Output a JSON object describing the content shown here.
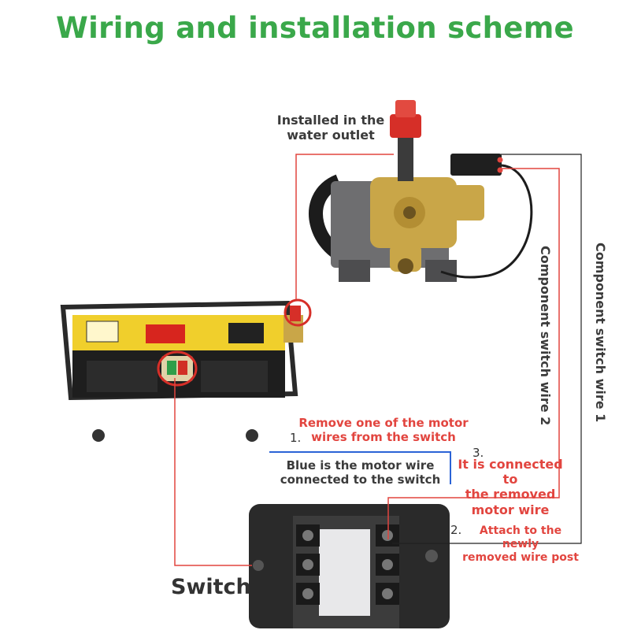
{
  "title": "Wiring and installation scheme",
  "labels": {
    "outlet_line1": "Installed in the",
    "outlet_line2": "water outlet",
    "remove_line1": "Remove one of the motor",
    "remove_line2": "wires from the switch",
    "blue_line1": "Blue is the motor wire",
    "blue_line2": "connected to the switch",
    "connected_line1": "It is connected to",
    "connected_line2": "the removed",
    "connected_line3": "motor wire",
    "attach_line1": "Attach to the newly",
    "attach_line2": "removed wire post",
    "switch": "Switch",
    "wire2": "Component switch wire 2",
    "wire1": "Component switch wire 1"
  },
  "steps": {
    "step1": "1.",
    "step2": "2.",
    "step3": "3."
  },
  "colors": {
    "title": "#3aa84a",
    "wire_red": "#e2453f",
    "wire_blue": "#2b63d6",
    "text": "#3b3b3b"
  }
}
